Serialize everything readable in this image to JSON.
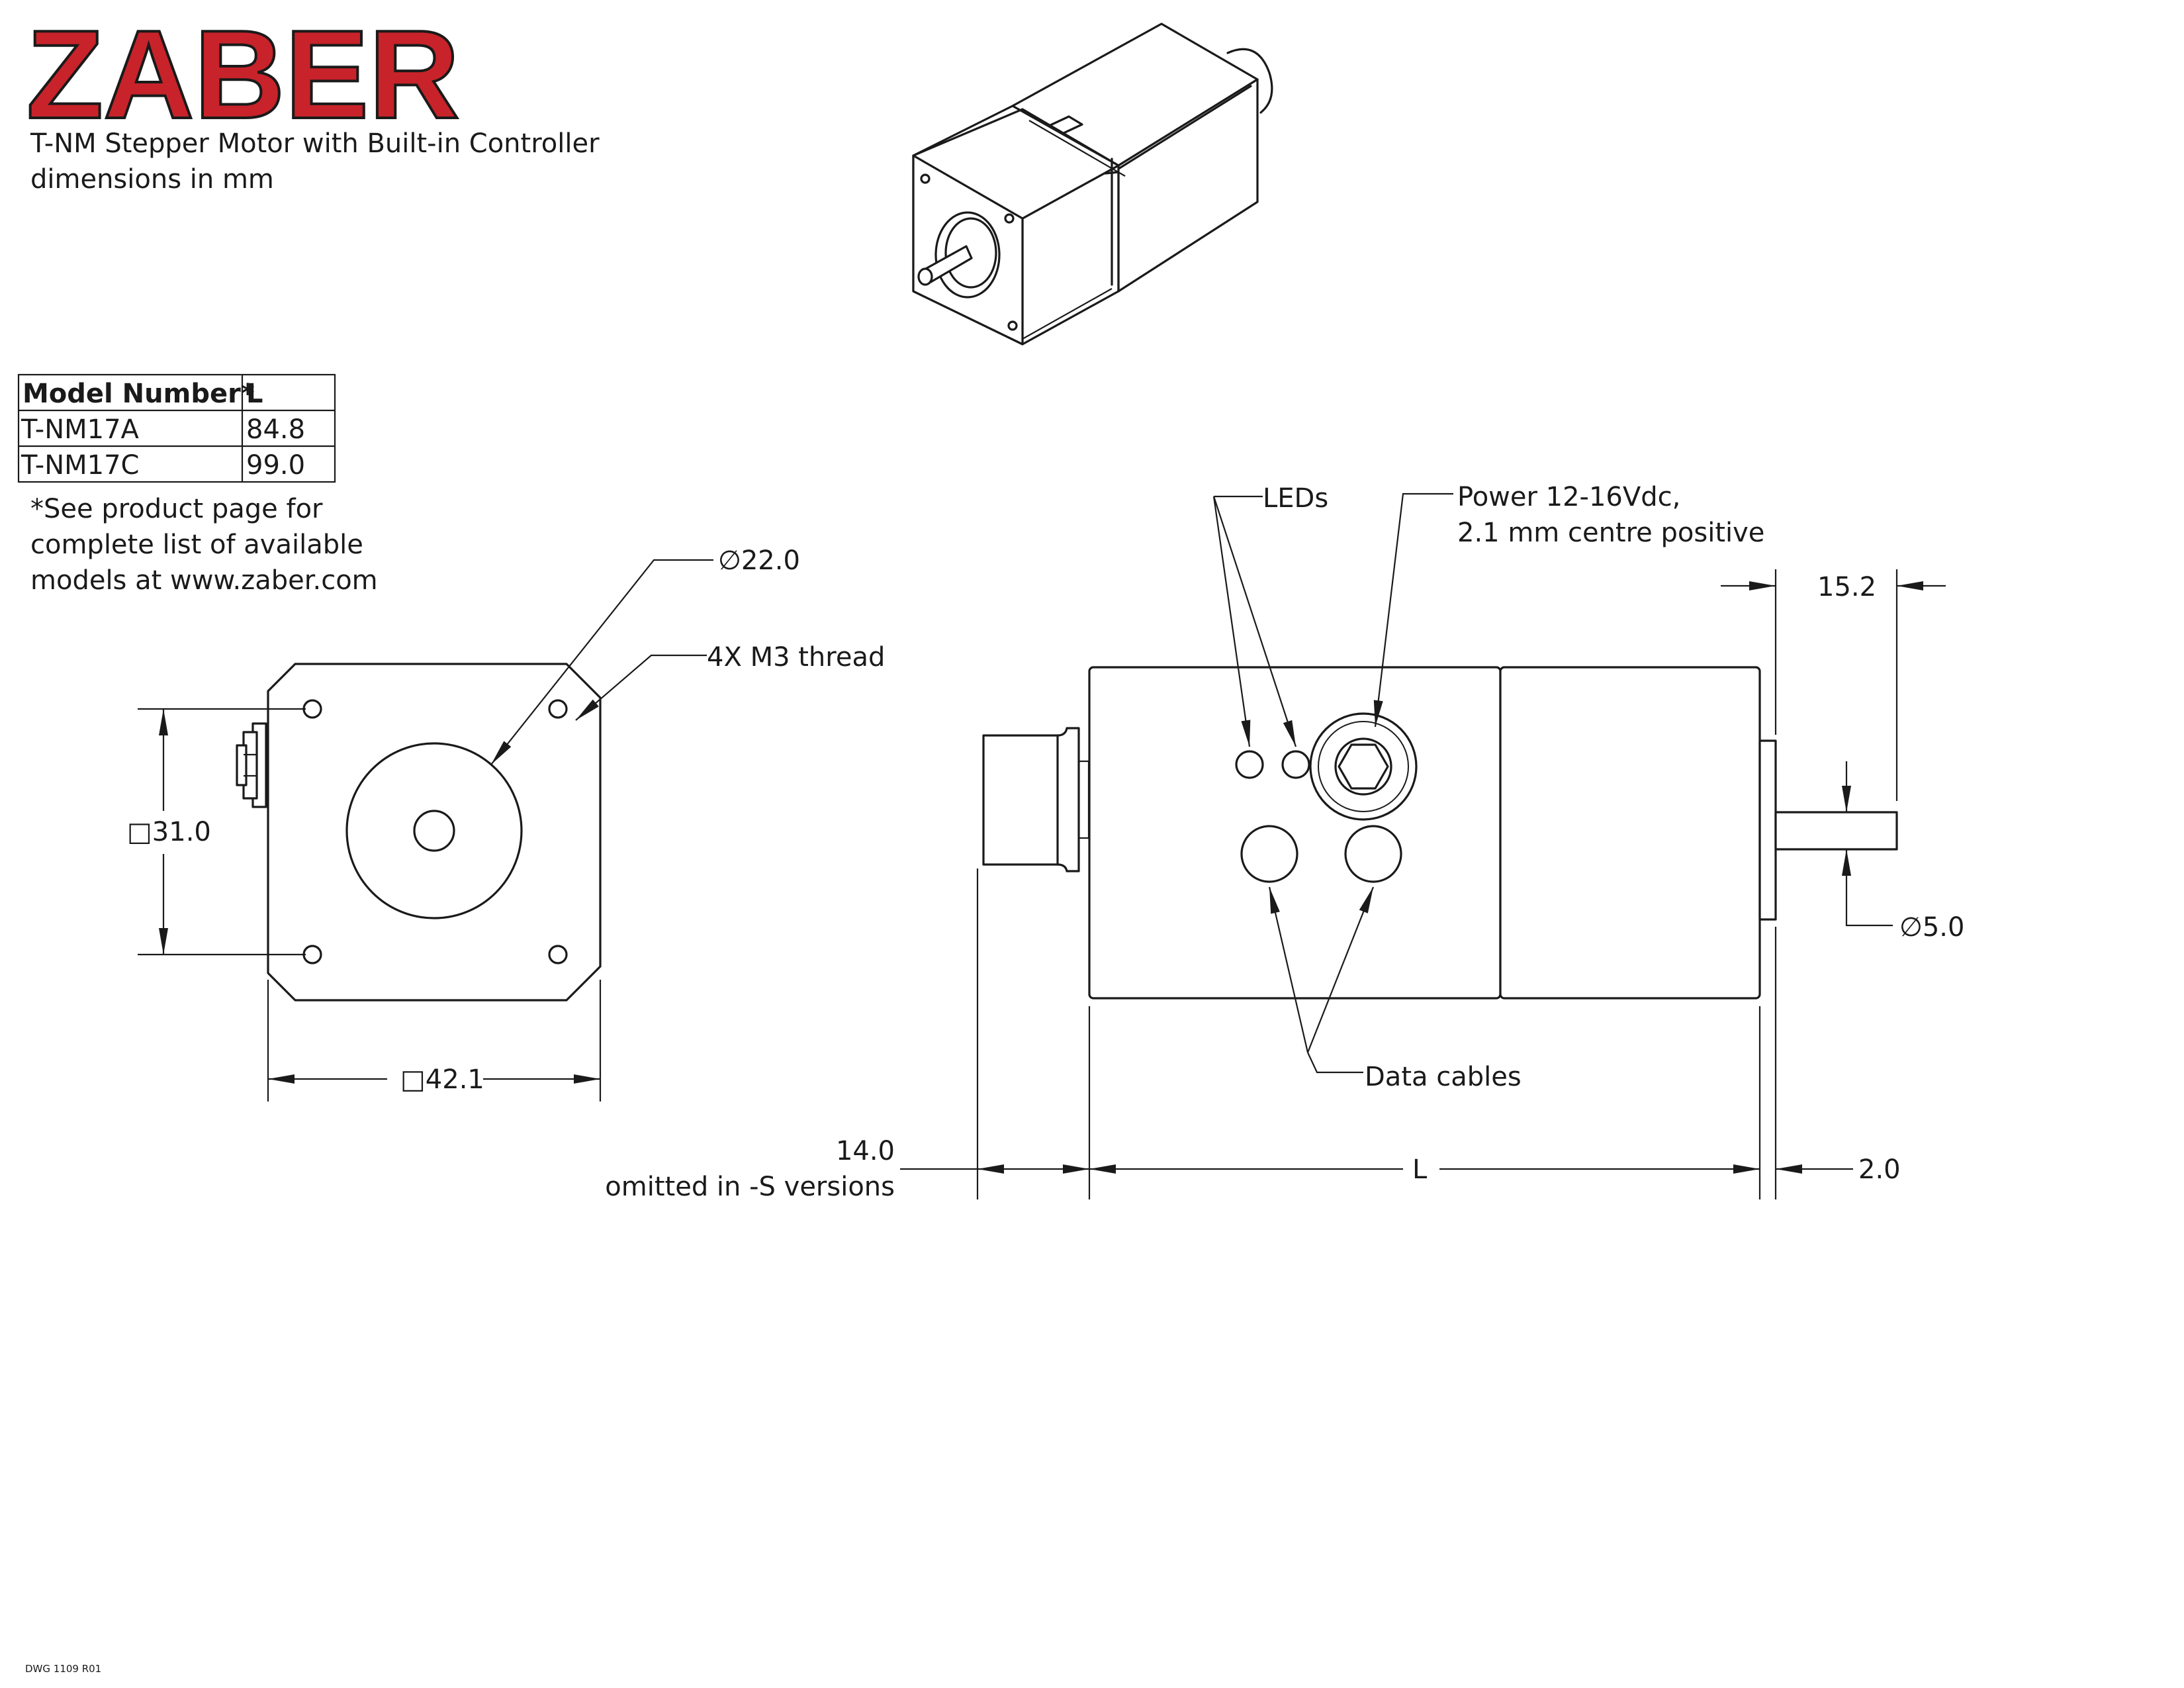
{
  "brand": {
    "logo_text": "ZABER",
    "logo_color": "#c8232a"
  },
  "header": {
    "title": "T-NM Stepper Motor with Built-in Controller",
    "units": "dimensions in mm"
  },
  "model_table": {
    "columns": [
      "Model Number*",
      "L"
    ],
    "rows": [
      [
        "T-NM17A",
        "84.8"
      ],
      [
        "T-NM17C",
        "99.0"
      ]
    ]
  },
  "footnote": [
    "*See product page for",
    "complete list of available",
    "models at www.zaber.com"
  ],
  "front_view": {
    "bore_dia": "∅22.0",
    "thread": "4X M3 thread",
    "hole_spacing": "□31.0",
    "body_width": "□42.1"
  },
  "side_view": {
    "leds": "LEDs",
    "power": [
      "Power 12-16Vdc,",
      "2.1 mm centre positive"
    ],
    "data_cables": "Data cables",
    "shaft_length": "15.2",
    "shaft_dia": "∅5.0",
    "connector_len": [
      "14.0",
      "omitted in -S versions"
    ],
    "body_length": "L",
    "flange": "2.0"
  },
  "drawing_number": "DWG 1109 R01"
}
